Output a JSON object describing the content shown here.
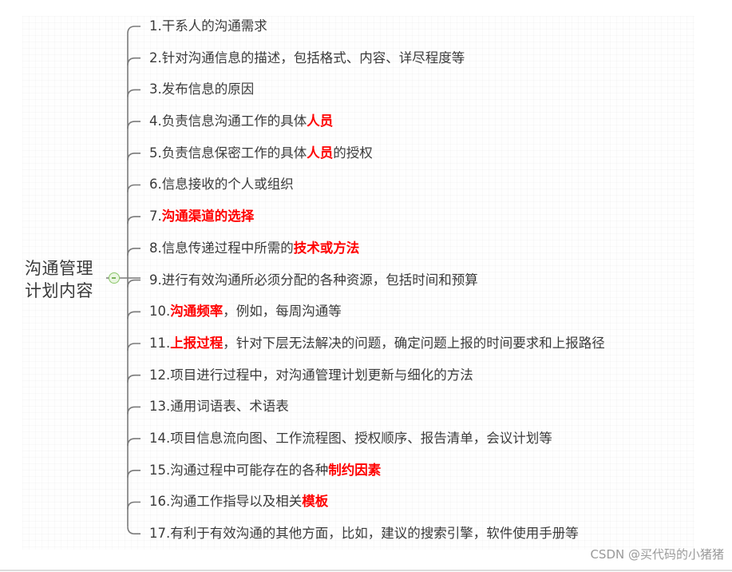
{
  "root": {
    "lines": [
      "沟通管理",
      "计划内容"
    ]
  },
  "colors": {
    "text": "#3a3a3a",
    "highlight": "#ff0000",
    "connector": "#7a7a7a",
    "toggle_border": "#8cc66a",
    "toggle_fill": "#eaf6e2"
  },
  "branches": [
    {
      "segments": [
        {
          "t": "1.干系人的沟通需求",
          "hl": false
        }
      ]
    },
    {
      "segments": [
        {
          "t": "2.针对沟通信息的描述，包括格式、内容、详尽程度等",
          "hl": false
        }
      ]
    },
    {
      "segments": [
        {
          "t": "3.发布信息的原因",
          "hl": false
        }
      ]
    },
    {
      "segments": [
        {
          "t": "4.负责信息沟通工作的具体",
          "hl": false
        },
        {
          "t": "人员",
          "hl": true
        }
      ]
    },
    {
      "segments": [
        {
          "t": "5.负责信息保密工作的具体",
          "hl": false
        },
        {
          "t": "人员",
          "hl": true
        },
        {
          "t": "的授权",
          "hl": false
        }
      ]
    },
    {
      "segments": [
        {
          "t": "6.信息接收的个人或组织",
          "hl": false
        }
      ]
    },
    {
      "segments": [
        {
          "t": "7.",
          "hl": false
        },
        {
          "t": "沟通渠道的选择",
          "hl": true
        }
      ]
    },
    {
      "segments": [
        {
          "t": "8.信息传递过程中所需的",
          "hl": false
        },
        {
          "t": "技术或方法",
          "hl": true
        }
      ]
    },
    {
      "segments": [
        {
          "t": "9.进行有效沟通所必须分配的各种资源，包括时间和预算",
          "hl": false
        }
      ]
    },
    {
      "segments": [
        {
          "t": "10.",
          "hl": false
        },
        {
          "t": "沟通频率",
          "hl": true
        },
        {
          "t": "，例如，每周沟通等",
          "hl": false
        }
      ]
    },
    {
      "segments": [
        {
          "t": "11.",
          "hl": false
        },
        {
          "t": "上报过程",
          "hl": true
        },
        {
          "t": "，针对下层无法解决的问题，确定问题上报的时间要求和上报路径",
          "hl": false
        }
      ]
    },
    {
      "segments": [
        {
          "t": "12.项目进行过程中，对沟通管理计划更新与细化的方法",
          "hl": false
        }
      ]
    },
    {
      "segments": [
        {
          "t": "13.通用词语表、术语表",
          "hl": false
        }
      ]
    },
    {
      "segments": [
        {
          "t": "14.项目信息流向图、工作流程图、授权顺序、报告清单，会议计划等",
          "hl": false
        }
      ]
    },
    {
      "segments": [
        {
          "t": "15.沟通过程中可能存在的各种",
          "hl": false
        },
        {
          "t": "制约因素",
          "hl": true
        }
      ]
    },
    {
      "segments": [
        {
          "t": "16.沟通工作指导以及相关",
          "hl": false
        },
        {
          "t": "模板",
          "hl": true
        }
      ]
    },
    {
      "segments": [
        {
          "t": "17.有利于有效沟通的其他方面，比如，建议的搜索引擎，软件使用手册等",
          "hl": false
        }
      ]
    }
  ],
  "watermark": "CSDN @买代码的小猪猪"
}
